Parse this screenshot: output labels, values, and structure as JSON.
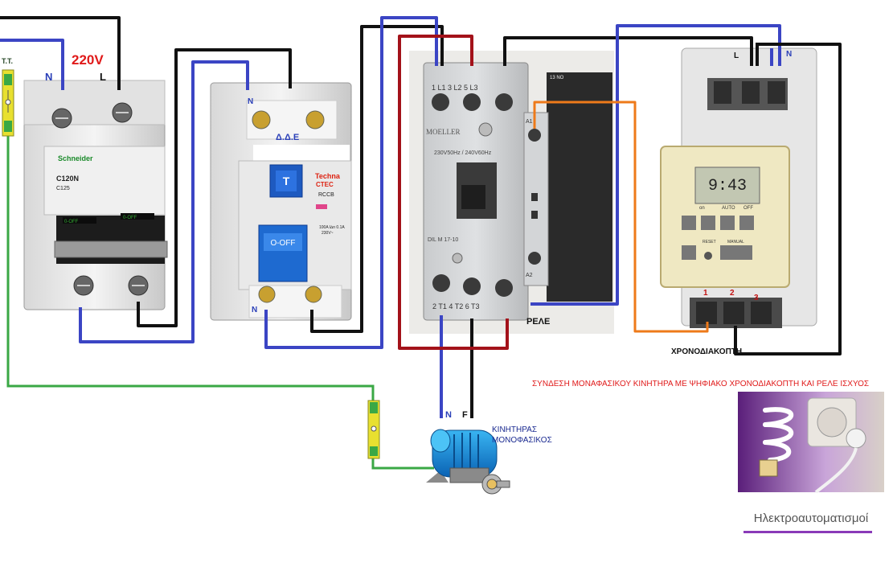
{
  "labels": {
    "tt": "T.T.",
    "voltage": "220V",
    "breaker_n": "N",
    "breaker_l": "L",
    "rccb_top_n": "N",
    "rccb_bottom_n": "N",
    "rccb_name": "Δ.Δ.Ε",
    "relay_label": "ΡΕΛΕ",
    "timer_l": "L",
    "timer_n": "N",
    "timer_t1": "1",
    "timer_t2": "2",
    "timer_t3": "3",
    "timer_name": "ΧΡΟΝΟΔΙΑΚΟΠΤΗ",
    "motor_n": "N",
    "motor_f": "F",
    "motor_name_1": "ΚΙΝΗΤΗΡΑΣ",
    "motor_name_2": "ΜΟΝΟΦΑΣΙΚΟΣ",
    "title": "ΣΥΝΔΕΣΗ ΜΟΝΑΦΑΣΙΚΟΥ ΚΙΝΗΤΗΡΑ ΜΕ ΨΗΦΙΑΚΟ ΧΡΟΝΟΔΙΑΚΟΠΤΗ ΚΑΙ ΡΕΛΕ ΙΣΧΥΟΣ",
    "logo": "Ηλεκτροαυτοματισμοί"
  },
  "device_text": {
    "breaker_brand": "Schneider",
    "breaker_model": "C120N",
    "breaker_rating": "C125",
    "breaker_off_1": "0-OFF",
    "breaker_off_2": "0-OFF",
    "rccb_brand": "Techna",
    "rccb_brand2": "CTEC",
    "rccb_type": "RCCB",
    "rccb_test": "T",
    "rccb_lever": "O-OFF",
    "rccb_spec": "100A I∆n 0.1A",
    "rccb_spec2": "230V~",
    "relay_terms_top": "1 L1   3 L2   5 L3",
    "relay_brand": "MOELLER",
    "relay_voltage": "230V50Hz / 240V60Hz",
    "relay_model": "DIL M 17-10",
    "relay_terms_bottom": "2 T1   4 T2   6 T3",
    "relay_coil_a1": "A1",
    "relay_coil_a2": "A2",
    "relay_aux": "13 NO",
    "timer_display": "9:43",
    "timer_btn_on": "on",
    "timer_btn_auto": "AUTO",
    "timer_btn_off": "OFF",
    "timer_btn_reset": "RESET",
    "timer_btn_manual": "MANUAL"
  },
  "colors": {
    "phase": "#111111",
    "neutral": "#3b45c4",
    "earth": "#3aa845",
    "coil": "#ee7a1a",
    "relay_out": "#a3121a"
  }
}
